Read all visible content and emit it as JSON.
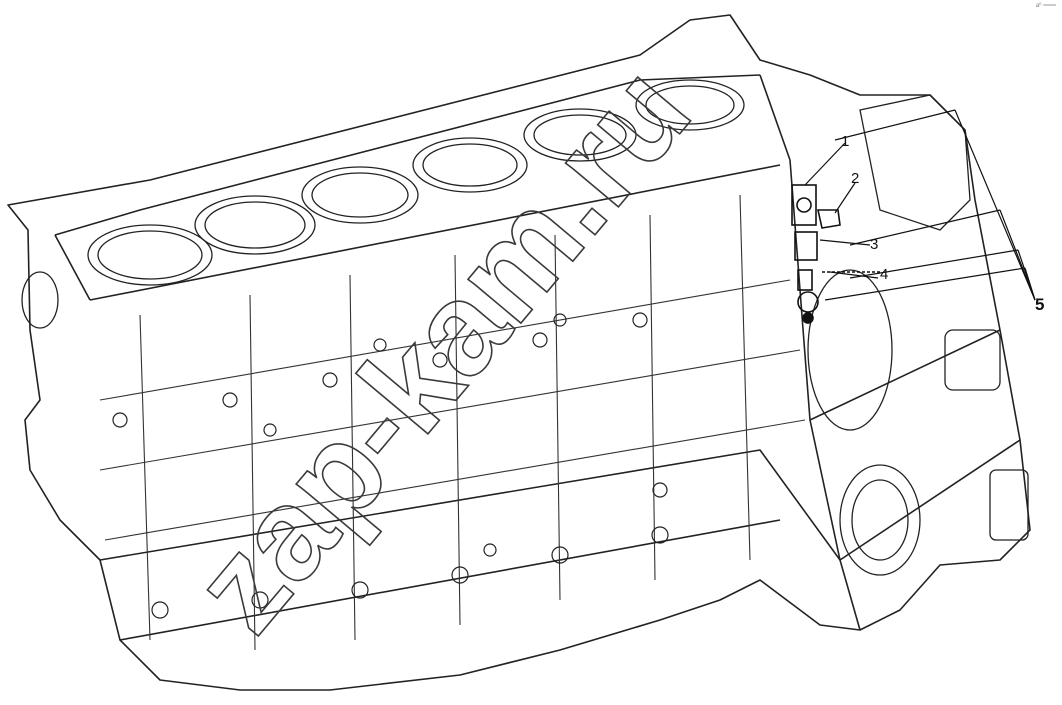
{
  "callouts": {
    "c1": "1",
    "c2": "2",
    "c3": "3",
    "c4": "4",
    "c5": "5"
  },
  "watermark": "zap-kam.ru",
  "corner_mark": "a⁰ ═══",
  "colors": {
    "line": "#222222",
    "background": "#ffffff",
    "watermark_outline": "#3a3a3a"
  }
}
